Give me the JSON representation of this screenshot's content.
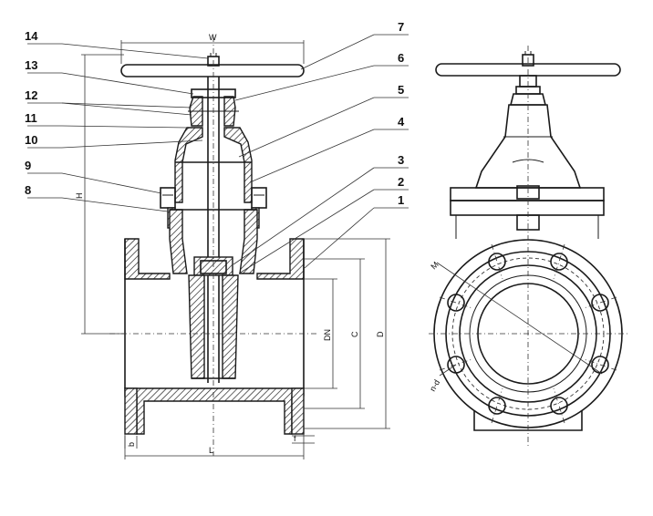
{
  "diagram": {
    "part_numbers": [
      "14",
      "13",
      "12",
      "11",
      "10",
      "9",
      "8",
      "7",
      "6",
      "5",
      "4",
      "3",
      "2",
      "1"
    ],
    "dimensions": {
      "w": "W",
      "h": "H",
      "dn": "DN",
      "c": "C",
      "d": "D",
      "l": "L",
      "b": "b",
      "f": "f",
      "m": "M",
      "n_d": "n-d"
    }
  }
}
